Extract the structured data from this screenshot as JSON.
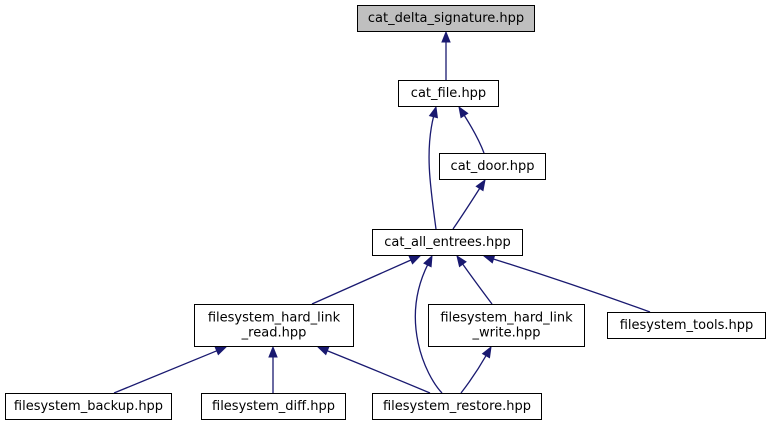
{
  "colors": {
    "edge": "#191970",
    "node_fill": "#ffffff",
    "highlight_fill": "#bfbfbf",
    "border": "#000000"
  },
  "graph": {
    "nodes": [
      {
        "id": "cat_delta_signature",
        "lines": [
          "cat_delta_signature.hpp"
        ],
        "highlight": true
      },
      {
        "id": "cat_file",
        "lines": [
          "cat_file.hpp"
        ]
      },
      {
        "id": "cat_door",
        "lines": [
          "cat_door.hpp"
        ]
      },
      {
        "id": "cat_all_entrees",
        "lines": [
          "cat_all_entrees.hpp"
        ]
      },
      {
        "id": "filesystem_hard_link_read",
        "lines": [
          "filesystem_hard_link",
          "_read.hpp"
        ]
      },
      {
        "id": "filesystem_hard_link_write",
        "lines": [
          "filesystem_hard_link",
          "_write.hpp"
        ]
      },
      {
        "id": "filesystem_tools",
        "lines": [
          "filesystem_tools.hpp"
        ]
      },
      {
        "id": "filesystem_backup",
        "lines": [
          "filesystem_backup.hpp"
        ]
      },
      {
        "id": "filesystem_diff",
        "lines": [
          "filesystem_diff.hpp"
        ]
      },
      {
        "id": "filesystem_restore",
        "lines": [
          "filesystem_restore.hpp"
        ]
      }
    ],
    "edges": [
      {
        "from": "cat_file",
        "to": "cat_delta_signature"
      },
      {
        "from": "cat_all_entrees",
        "to": "cat_file"
      },
      {
        "from": "cat_door",
        "to": "cat_file"
      },
      {
        "from": "cat_all_entrees",
        "to": "cat_door"
      },
      {
        "from": "filesystem_hard_link_read",
        "to": "cat_all_entrees"
      },
      {
        "from": "filesystem_restore",
        "to": "cat_all_entrees"
      },
      {
        "from": "filesystem_hard_link_write",
        "to": "cat_all_entrees"
      },
      {
        "from": "filesystem_tools",
        "to": "cat_all_entrees"
      },
      {
        "from": "filesystem_backup",
        "to": "filesystem_hard_link_read"
      },
      {
        "from": "filesystem_diff",
        "to": "filesystem_hard_link_read"
      },
      {
        "from": "filesystem_restore",
        "to": "filesystem_hard_link_read"
      },
      {
        "from": "filesystem_restore",
        "to": "filesystem_hard_link_write"
      }
    ]
  }
}
